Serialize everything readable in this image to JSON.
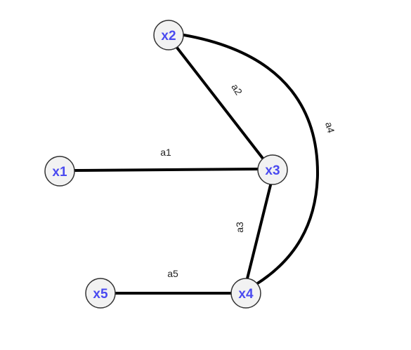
{
  "colors": {
    "node_fill": "#f2f2f2",
    "node_stroke": "#333333",
    "node_text": "#4a4af0",
    "edge": "#000000",
    "edge_label": "#222222"
  },
  "nodes": [
    {
      "id": "x1",
      "label": "x1"
    },
    {
      "id": "x2",
      "label": "x2"
    },
    {
      "id": "x3",
      "label": "x3"
    },
    {
      "id": "x4",
      "label": "x4"
    },
    {
      "id": "x5",
      "label": "x5"
    }
  ],
  "edges": [
    {
      "id": "a1",
      "label": "a1",
      "from": "x1",
      "to": "x3"
    },
    {
      "id": "a2",
      "label": "a2",
      "from": "x2",
      "to": "x3"
    },
    {
      "id": "a3",
      "label": "a3",
      "from": "x3",
      "to": "x4"
    },
    {
      "id": "a4",
      "label": "a4",
      "from": "x2",
      "to": "x4"
    },
    {
      "id": "a5",
      "label": "a5",
      "from": "x5",
      "to": "x4"
    }
  ]
}
